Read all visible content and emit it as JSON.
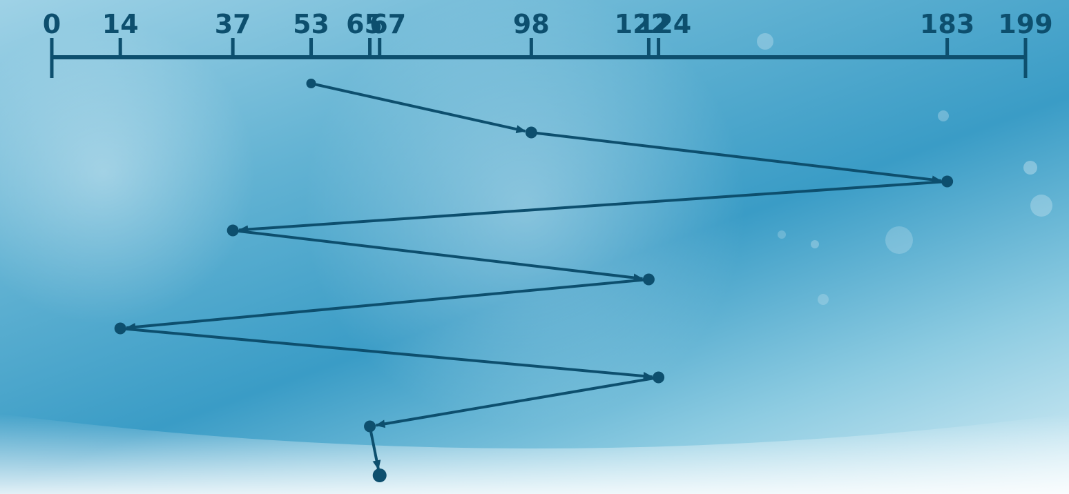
{
  "axis": {
    "min": 0,
    "max": 199,
    "ticks": [
      0,
      14,
      37,
      53,
      65,
      67,
      98,
      122,
      124,
      183,
      199
    ]
  },
  "head_path": [
    53,
    98,
    183,
    37,
    122,
    14,
    124,
    65,
    67
  ],
  "colors": {
    "line": "#0d4f6e",
    "background_light": "#e6f4f9",
    "background_dark": "#2c95c3"
  }
}
